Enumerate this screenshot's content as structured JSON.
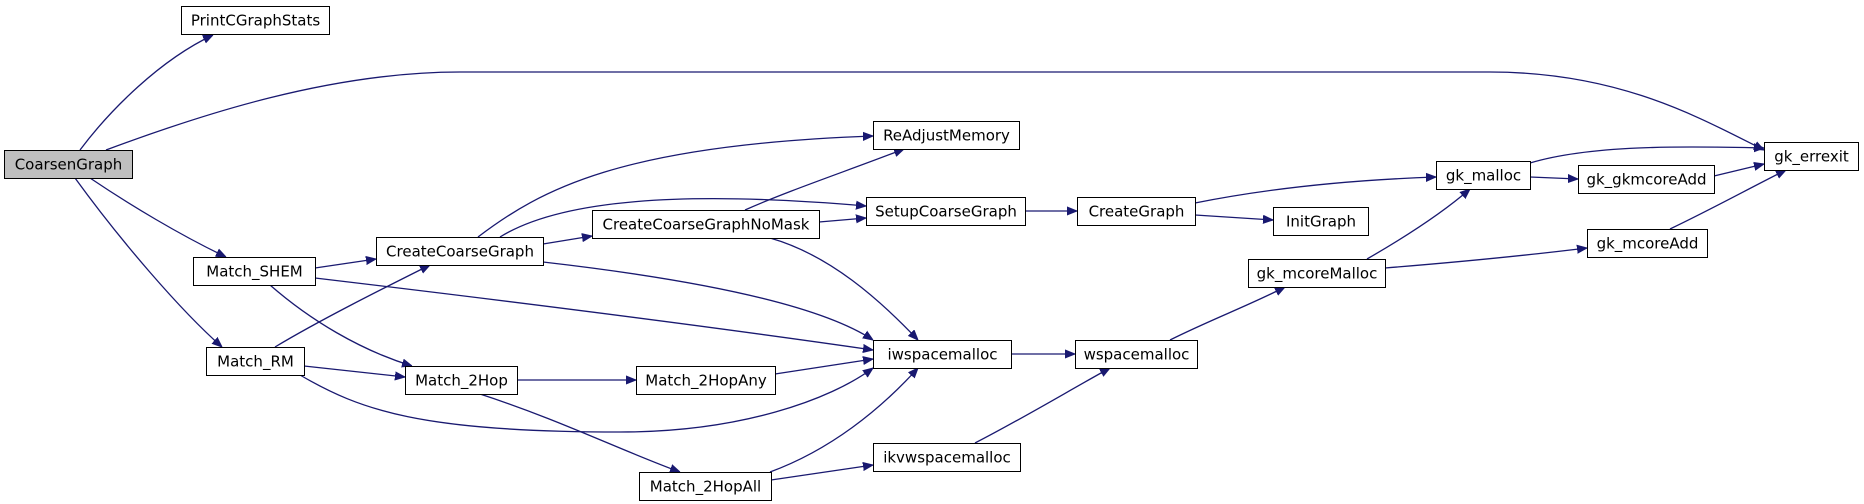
{
  "diagram": {
    "type": "call-graph",
    "root": "CoarsenGraph",
    "node_colors": {
      "root_fill": "#bfbfbf",
      "node_fill": "#ffffff",
      "border": "#000000",
      "edge": "#191970"
    },
    "nodes": [
      {
        "id": "CoarsenGraph",
        "label": "CoarsenGraph",
        "root": true
      },
      {
        "id": "PrintCGraphStats",
        "label": "PrintCGraphStats"
      },
      {
        "id": "Match_SHEM",
        "label": "Match_SHEM"
      },
      {
        "id": "Match_RM",
        "label": "Match_RM"
      },
      {
        "id": "CreateCoarseGraph",
        "label": "CreateCoarseGraph"
      },
      {
        "id": "Match_2Hop",
        "label": "Match_2Hop"
      },
      {
        "id": "CreateCoarseGraphNoMask",
        "label": "CreateCoarseGraphNoMask"
      },
      {
        "id": "Match_2HopAny",
        "label": "Match_2HopAny"
      },
      {
        "id": "Match_2HopAll",
        "label": "Match_2HopAll"
      },
      {
        "id": "ReAdjustMemory",
        "label": "ReAdjustMemory"
      },
      {
        "id": "SetupCoarseGraph",
        "label": "SetupCoarseGraph"
      },
      {
        "id": "iwspacemalloc",
        "label": "iwspacemalloc"
      },
      {
        "id": "ikvwspacemalloc",
        "label": "ikvwspacemalloc"
      },
      {
        "id": "CreateGraph",
        "label": "CreateGraph"
      },
      {
        "id": "wspacemalloc",
        "label": "wspacemalloc"
      },
      {
        "id": "InitGraph",
        "label": "InitGraph"
      },
      {
        "id": "gk_malloc",
        "label": "gk_malloc"
      },
      {
        "id": "gk_mcoreMalloc",
        "label": "gk_mcoreMalloc"
      },
      {
        "id": "gk_gkmcoreAdd",
        "label": "gk_gkmcoreAdd"
      },
      {
        "id": "gk_mcoreAdd",
        "label": "gk_mcoreAdd"
      },
      {
        "id": "gk_errexit",
        "label": "gk_errexit"
      }
    ],
    "edges": [
      [
        "CoarsenGraph",
        "PrintCGraphStats"
      ],
      [
        "CoarsenGraph",
        "gk_errexit"
      ],
      [
        "CoarsenGraph",
        "Match_SHEM"
      ],
      [
        "CoarsenGraph",
        "Match_RM"
      ],
      [
        "Match_SHEM",
        "CreateCoarseGraph"
      ],
      [
        "Match_SHEM",
        "iwspacemalloc"
      ],
      [
        "Match_SHEM",
        "Match_2Hop"
      ],
      [
        "Match_RM",
        "CreateCoarseGraph"
      ],
      [
        "Match_RM",
        "Match_2Hop"
      ],
      [
        "Match_RM",
        "iwspacemalloc"
      ],
      [
        "CreateCoarseGraph",
        "ReAdjustMemory"
      ],
      [
        "CreateCoarseGraph",
        "SetupCoarseGraph"
      ],
      [
        "CreateCoarseGraph",
        "CreateCoarseGraphNoMask"
      ],
      [
        "CreateCoarseGraph",
        "iwspacemalloc"
      ],
      [
        "CreateCoarseGraphNoMask",
        "ReAdjustMemory"
      ],
      [
        "CreateCoarseGraphNoMask",
        "SetupCoarseGraph"
      ],
      [
        "CreateCoarseGraphNoMask",
        "iwspacemalloc"
      ],
      [
        "Match_2Hop",
        "Match_2HopAny"
      ],
      [
        "Match_2Hop",
        "Match_2HopAll"
      ],
      [
        "Match_2HopAny",
        "iwspacemalloc"
      ],
      [
        "Match_2HopAll",
        "iwspacemalloc"
      ],
      [
        "Match_2HopAll",
        "ikvwspacemalloc"
      ],
      [
        "SetupCoarseGraph",
        "CreateGraph"
      ],
      [
        "CreateGraph",
        "gk_malloc"
      ],
      [
        "CreateGraph",
        "InitGraph"
      ],
      [
        "iwspacemalloc",
        "wspacemalloc"
      ],
      [
        "ikvwspacemalloc",
        "wspacemalloc"
      ],
      [
        "wspacemalloc",
        "gk_mcoreMalloc"
      ],
      [
        "gk_mcoreMalloc",
        "gk_malloc"
      ],
      [
        "gk_mcoreMalloc",
        "gk_mcoreAdd"
      ],
      [
        "gk_malloc",
        "gk_errexit"
      ],
      [
        "gk_malloc",
        "gk_gkmcoreAdd"
      ],
      [
        "gk_gkmcoreAdd",
        "gk_errexit"
      ],
      [
        "gk_mcoreAdd",
        "gk_errexit"
      ]
    ]
  }
}
